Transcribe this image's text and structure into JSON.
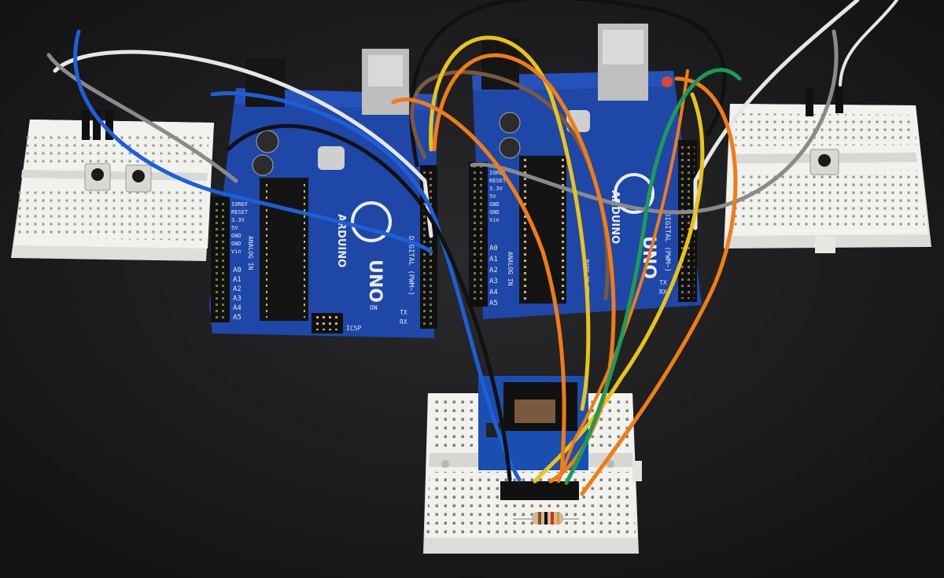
{
  "boards": {
    "left": {
      "logo_text": "ARDUINO",
      "model_text": "UNO",
      "digital_label": "DIGITAL (PWM~)",
      "power_labels": [
        "IOREF",
        "RESET",
        "3.3V",
        "5V",
        "GND",
        "GND",
        "Vin"
      ],
      "analog_labels": [
        "A0",
        "A1",
        "A2",
        "A3",
        "A4",
        "A5"
      ],
      "analog_header": "ANALOG IN",
      "icsp_label": "ICSP",
      "tx_label": "TX",
      "rx_label": "RX",
      "on_label": "ON"
    },
    "right": {
      "logo_text": "ARDUINO",
      "model_text": "UNO",
      "digital_label": "DIGITAL (PWM~)",
      "power_labels": [
        "IOREF",
        "RESET",
        "3.3V",
        "5V",
        "GND",
        "GND",
        "Vin"
      ],
      "analog_labels": [
        "A0",
        "A1",
        "A2",
        "A3",
        "A4",
        "A5"
      ],
      "analog_header": "ANALOG IN",
      "tx_label": "TX",
      "rx_label": "RX",
      "made_in": "MADE IN ITALY"
    }
  },
  "colors": {
    "table": "#1c1c1e",
    "pcb": "#1f47a8",
    "breadboard": "#f2f2ef",
    "wire_blue": "#1d5fd6",
    "wire_black": "#111111",
    "wire_white": "#e6e6e6",
    "wire_gray": "#8a8a8a",
    "wire_yellow": "#e8c31a",
    "wire_orange": "#ef7d17",
    "wire_green": "#1d9a57",
    "wire_brown": "#7a5a3e"
  },
  "icons": [
    "tactile-button-icon",
    "usb-b-port-icon",
    "dc-jack-icon",
    "resistor-icon",
    "sd-card-module-icon"
  ]
}
